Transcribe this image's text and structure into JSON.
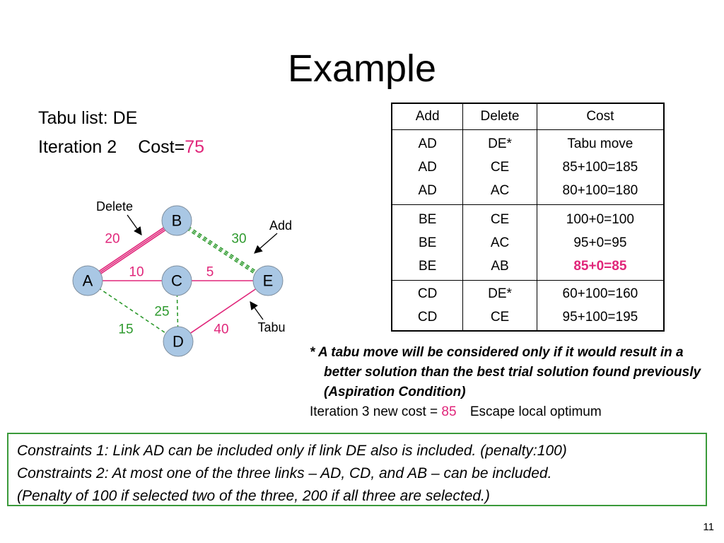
{
  "slide": {
    "title": "Example",
    "tabu_list": "Tabu list: DE",
    "iteration_label": "Iteration 2",
    "cost_label": "Cost=",
    "cost_value": "75",
    "page_number": "11"
  },
  "colors": {
    "highlight": "#e0267a",
    "edge_pink": "#e0267a",
    "edge_green_dashed": "#2e9a2e",
    "node_fill": "#a9c7e4",
    "constraints_border": "#3a9a3a"
  },
  "graph": {
    "nodes": [
      {
        "id": "A",
        "label": "A"
      },
      {
        "id": "B",
        "label": "B"
      },
      {
        "id": "C",
        "label": "C"
      },
      {
        "id": "D",
        "label": "D"
      },
      {
        "id": "E",
        "label": "E"
      }
    ],
    "edges": [
      {
        "from": "A",
        "to": "B",
        "weight": "20",
        "style": "solid-pink-double"
      },
      {
        "from": "B",
        "to": "E",
        "weight": "30",
        "style": "dashed-green-double"
      },
      {
        "from": "A",
        "to": "C",
        "weight": "10",
        "style": "solid-pink"
      },
      {
        "from": "C",
        "to": "E",
        "weight": "5",
        "style": "solid-pink"
      },
      {
        "from": "C",
        "to": "D",
        "weight": "25",
        "style": "dashed-green"
      },
      {
        "from": "A",
        "to": "D",
        "weight": "15",
        "style": "dashed-green"
      },
      {
        "from": "D",
        "to": "E",
        "weight": "40",
        "style": "solid-pink"
      }
    ],
    "annotations": {
      "delete": "Delete",
      "add": "Add",
      "tabu": "Tabu"
    }
  },
  "table": {
    "headers": [
      "Add",
      "Delete",
      "Cost"
    ],
    "groups": [
      {
        "add": [
          "AD",
          "AD",
          "AD"
        ],
        "delete": [
          "DE*",
          "CE",
          "AC"
        ],
        "cost": [
          "Tabu move",
          "85+100=185",
          "80+100=180"
        ]
      },
      {
        "add": [
          "BE",
          "BE",
          "BE"
        ],
        "delete": [
          "CE",
          "AC",
          "AB"
        ],
        "cost": [
          "100+0=100",
          "95+0=95",
          "85+0=85"
        ],
        "best_index": 2
      },
      {
        "add": [
          "CD",
          "CD"
        ],
        "delete": [
          "DE*",
          "CE"
        ],
        "cost": [
          "60+100=160",
          "95+100=195"
        ]
      }
    ]
  },
  "note": {
    "aspiration": "* A tabu move will be considered only if it would result in a better solution than the best trial solution found previously (Aspiration Condition)",
    "iteration3_label": "Iteration 3 new cost =",
    "iteration3_value": "85",
    "escape": "Escape local optimum"
  },
  "constraints": [
    "Constraints 1: Link AD can be included only if link DE also is included. (penalty:100)",
    "Constraints 2: At most one of the three links – AD, CD, and AB – can be included.",
    "(Penalty of 100 if selected two of the three, 200 if all three are selected.)"
  ]
}
